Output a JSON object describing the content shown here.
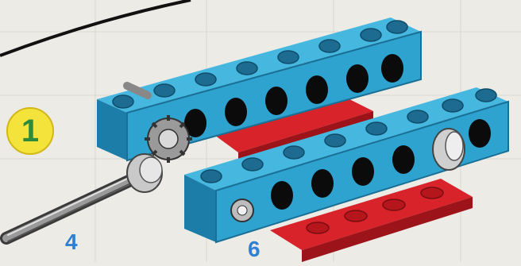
{
  "step": {
    "number": "1"
  },
  "quantities": {
    "axle_length": "4",
    "bushing_beam": "6"
  },
  "colors": {
    "background": "#ecebe6",
    "beam": "#2fa3cf",
    "beam_dark": "#1a6f95",
    "plate": "#d8232a",
    "badge": "#f3e33a",
    "badge_text": "#2e8b3e",
    "qty_text": "#2f7fd2"
  },
  "icons": [
    "technic-beam",
    "technic-plate",
    "gear",
    "axle",
    "bushing",
    "step-badge"
  ]
}
